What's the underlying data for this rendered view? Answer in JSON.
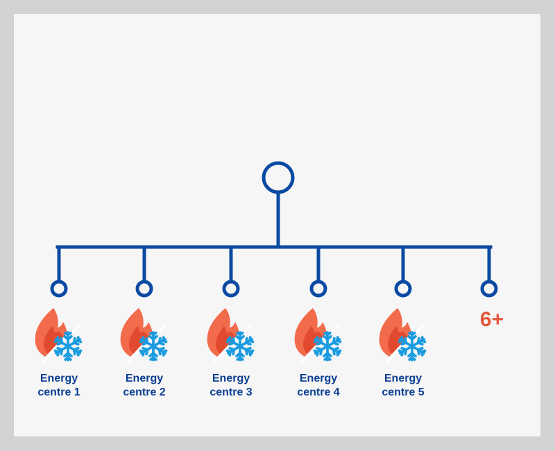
{
  "colors": {
    "line": "#0b4aa2",
    "flame_outer": "#f26b4b",
    "flame_inner": "#e24a2f",
    "snowflake": "#1a9be0",
    "label": "#0b3d91",
    "more": "#e4563a",
    "background": "#f6f6f6",
    "frame": "#d3d3d3"
  },
  "hub": {
    "icon": "hub-node-circle"
  },
  "centres": [
    {
      "label": "Energy\ncentre 1",
      "icon": "flame-snowflake-icon"
    },
    {
      "label": "Energy\ncentre 2",
      "icon": "flame-snowflake-icon"
    },
    {
      "label": "Energy\ncentre 3",
      "icon": "flame-snowflake-icon"
    },
    {
      "label": "Energy\ncentre 4",
      "icon": "flame-snowflake-icon"
    },
    {
      "label": "Energy\ncentre 5",
      "icon": "flame-snowflake-icon"
    }
  ],
  "more_label": "6+"
}
